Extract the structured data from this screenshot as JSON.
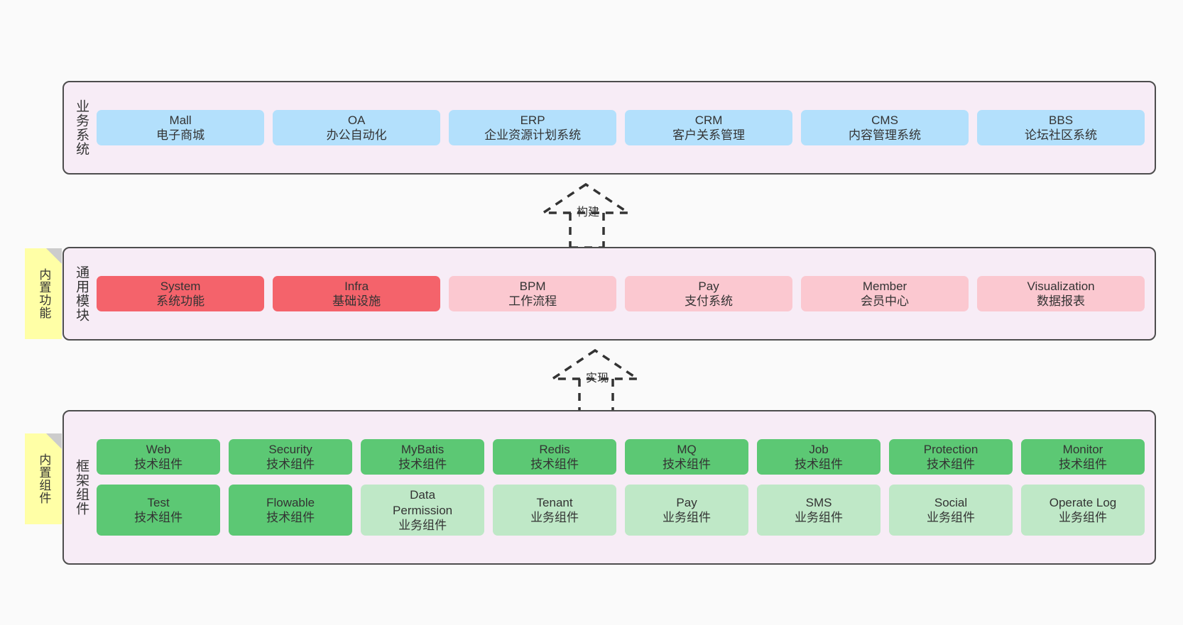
{
  "diagram": {
    "background": "#fafafa",
    "layer_fill": "#f7ecf6",
    "layer_border": "#4d4d4d",
    "note_fill": "#ffffa6"
  },
  "layers": [
    {
      "id": "business-systems",
      "label": "业务系统",
      "color": "#b3e0fc",
      "items": [
        {
          "name": "Mall",
          "desc": "电子商城"
        },
        {
          "name": "OA",
          "desc": "办公自动化"
        },
        {
          "name": "ERP",
          "desc": "企业资源计划系统"
        },
        {
          "name": "CRM",
          "desc": "客户关系管理"
        },
        {
          "name": "CMS",
          "desc": "内容管理系统"
        },
        {
          "name": "BBS",
          "desc": "论坛社区系统"
        }
      ]
    },
    {
      "id": "common-modules",
      "label": "通用模块",
      "note": "内置功能",
      "items": [
        {
          "name": "System",
          "desc": "系统功能",
          "color": "#f4636b"
        },
        {
          "name": "Infra",
          "desc": "基础设施",
          "color": "#f4636b"
        },
        {
          "name": "BPM",
          "desc": "工作流程",
          "color": "#fbc8d0"
        },
        {
          "name": "Pay",
          "desc": "支付系统",
          "color": "#fbc8d0"
        },
        {
          "name": "Member",
          "desc": "会员中心",
          "color": "#fbc8d0"
        },
        {
          "name": "Visualization",
          "desc": "数据报表",
          "color": "#fbc8d0"
        }
      ]
    },
    {
      "id": "framework-components",
      "label": "框架组件",
      "note": "内置组件",
      "rows": [
        [
          {
            "name": "Web",
            "desc": "技术组件",
            "color": "#5cc874"
          },
          {
            "name": "Security",
            "desc": "技术组件",
            "color": "#5cc874"
          },
          {
            "name": "MyBatis",
            "desc": "技术组件",
            "color": "#5cc874"
          },
          {
            "name": "Redis",
            "desc": "技术组件",
            "color": "#5cc874"
          },
          {
            "name": "MQ",
            "desc": "技术组件",
            "color": "#5cc874"
          },
          {
            "name": "Job",
            "desc": "技术组件",
            "color": "#5cc874"
          },
          {
            "name": "Protection",
            "desc": "技术组件",
            "color": "#5cc874"
          },
          {
            "name": "Monitor",
            "desc": "技术组件",
            "color": "#5cc874"
          }
        ],
        [
          {
            "name": "Test",
            "desc": "技术组件",
            "color": "#5cc874"
          },
          {
            "name": "Flowable",
            "desc": "技术组件",
            "color": "#5cc874"
          },
          {
            "name": "Data Permission",
            "desc": "业务组件",
            "color": "#bfe8c7"
          },
          {
            "name": "Tenant",
            "desc": "业务组件",
            "color": "#bfe8c7"
          },
          {
            "name": "Pay",
            "desc": "业务组件",
            "color": "#bfe8c7"
          },
          {
            "name": "SMS",
            "desc": "业务组件",
            "color": "#bfe8c7"
          },
          {
            "name": "Social",
            "desc": "业务组件",
            "color": "#bfe8c7"
          },
          {
            "name": "Operate Log",
            "desc": "业务组件",
            "color": "#bfe8c7"
          }
        ]
      ]
    }
  ],
  "connectors": [
    {
      "id": "build",
      "label": "构建"
    },
    {
      "id": "implement",
      "label": "实现"
    }
  ]
}
